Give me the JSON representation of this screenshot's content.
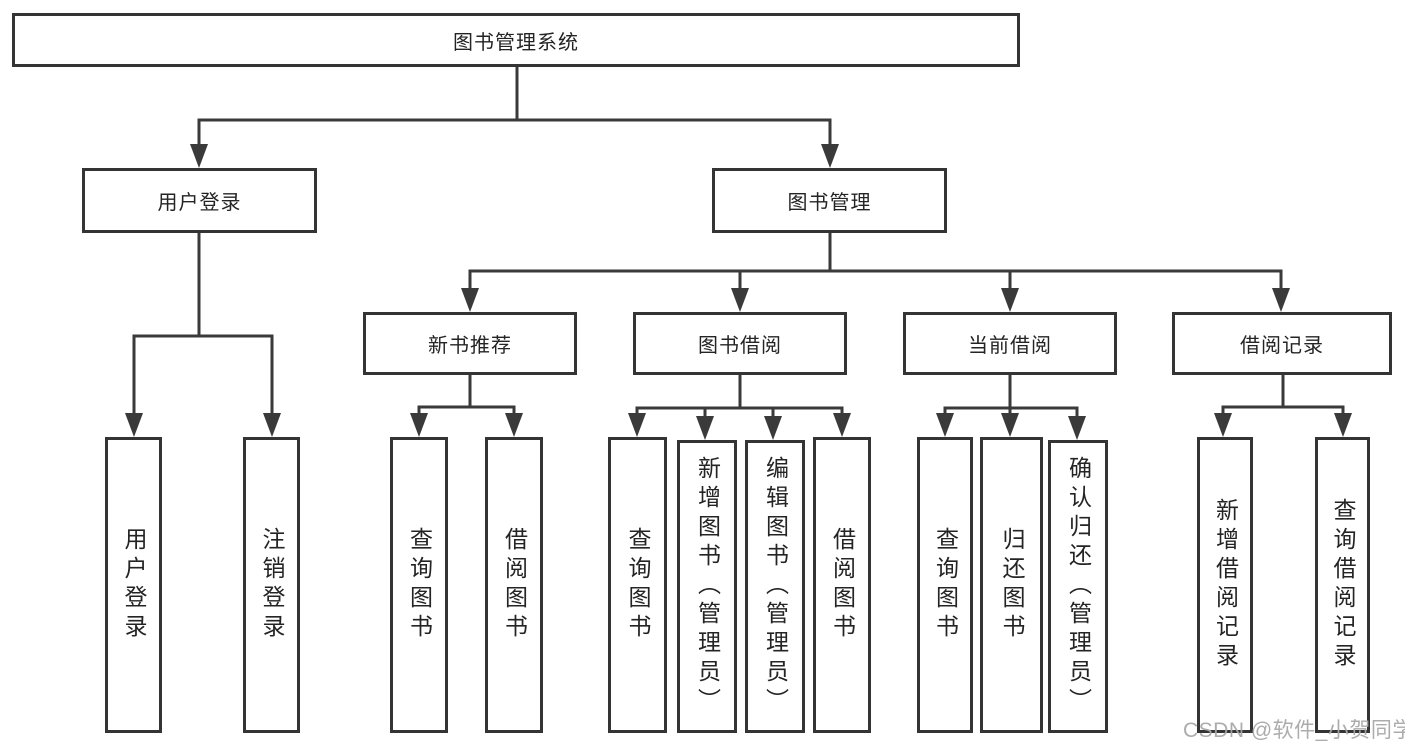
{
  "nodes": {
    "root": "图书管理系统",
    "l2_user_login": "用户登录",
    "l2_book_mgmt": "图书管理",
    "l3_new_book": "新书推荐",
    "l3_book_borrow": "图书借阅",
    "l3_current_borrow": "当前借阅",
    "l3_borrow_record": "借阅记录",
    "leaf_user_login": "用户登录",
    "leaf_logout": "注销登录",
    "leaf_nb_query": "查询图书",
    "leaf_nb_borrow": "借阅图书",
    "leaf_bb_query": "查询图书",
    "leaf_bb_add": "新增图书（管理员）",
    "leaf_bb_edit": "编辑图书（管理员）",
    "leaf_bb_borrow": "借阅图书",
    "leaf_cb_query": "查询图书",
    "leaf_cb_return": "归还图书",
    "leaf_cb_confirm": "确认归还（管理员）",
    "leaf_br_add": "新增借阅记录",
    "leaf_br_query": "查询借阅记录"
  },
  "hierarchy": {
    "图书管理系统": [
      "用户登录",
      "图书管理"
    ],
    "用户登录": [
      "用户登录",
      "注销登录"
    ],
    "图书管理": [
      "新书推荐",
      "图书借阅",
      "当前借阅",
      "借阅记录"
    ],
    "新书推荐": [
      "查询图书",
      "借阅图书"
    ],
    "图书借阅": [
      "查询图书",
      "新增图书（管理员）",
      "编辑图书（管理员）",
      "借阅图书"
    ],
    "当前借阅": [
      "查询图书",
      "归还图书",
      "确认归还（管理员）"
    ],
    "借阅记录": [
      "新增借阅记录",
      "查询借阅记录"
    ]
  },
  "watermark": "CSDN @软件_小贺同学",
  "colors": {
    "line": "#3a3a3a",
    "box_border": "#343434",
    "text": "#242424",
    "background": "#ffffff",
    "watermark": "#a8a8a8"
  }
}
